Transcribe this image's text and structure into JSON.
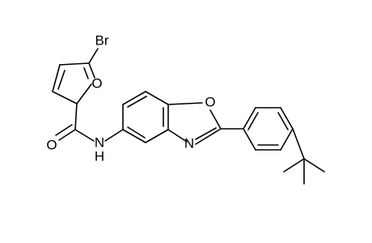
{
  "molecule": {
    "atom_labels": {
      "bromine": "Br",
      "furan_oxygen": "O",
      "carbonyl_oxygen": "O",
      "amide_nitrogen": "N",
      "amide_hydrogen": "H",
      "oxazole_oxygen": "O",
      "oxazole_nitrogen": "N"
    }
  }
}
